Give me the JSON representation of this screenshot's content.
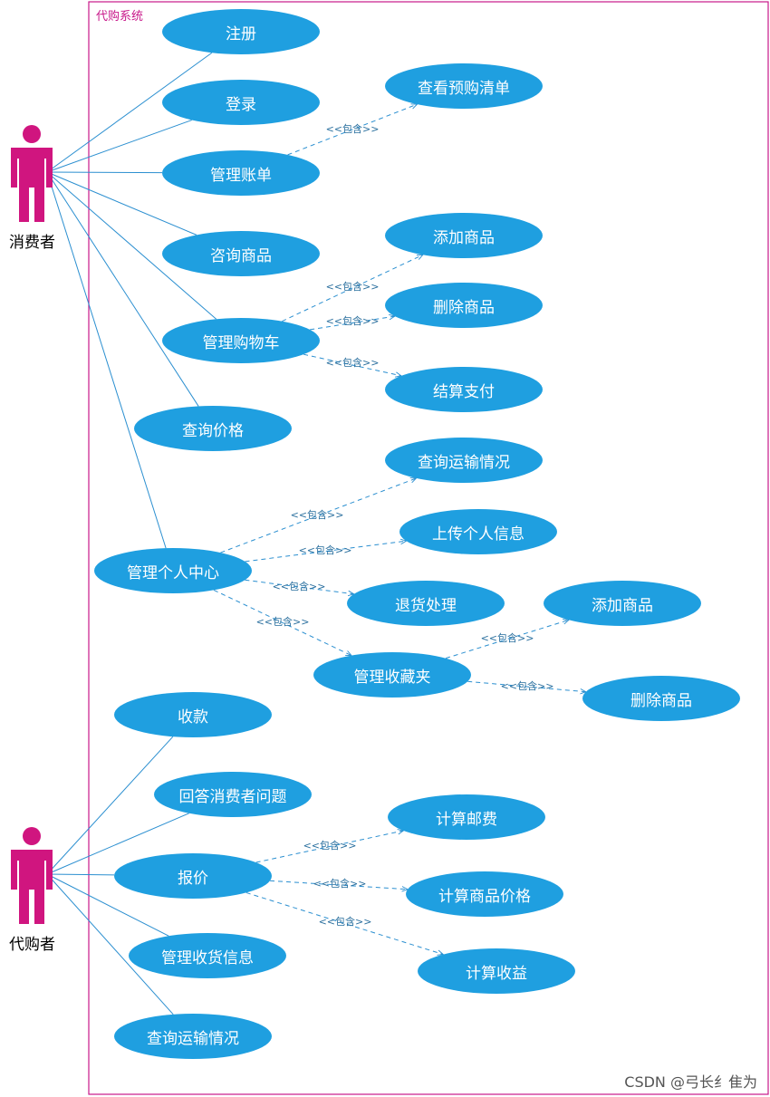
{
  "system": {
    "title": "代购系统",
    "border_color": "#c8188a"
  },
  "colors": {
    "usecase_fill": "#1f9fe0",
    "line": "#2b8fd0",
    "actor": "#d0157f"
  },
  "include_label": "<<包含>>",
  "actors": [
    {
      "id": "consumer",
      "name": "消费者"
    },
    {
      "id": "agent",
      "name": "代购者"
    }
  ],
  "usecases": [
    {
      "id": "u_register",
      "label": "注册"
    },
    {
      "id": "u_login",
      "label": "登录"
    },
    {
      "id": "u_manage_bill",
      "label": "管理账单"
    },
    {
      "id": "u_view_list",
      "label": "查看预购清单"
    },
    {
      "id": "u_ask_product",
      "label": "咨询商品"
    },
    {
      "id": "u_cart",
      "label": "管理购物车"
    },
    {
      "id": "u_cart_add",
      "label": "添加商品"
    },
    {
      "id": "u_cart_del",
      "label": "删除商品"
    },
    {
      "id": "u_checkout",
      "label": "结算支付"
    },
    {
      "id": "u_price",
      "label": "查询价格"
    },
    {
      "id": "u_ship_c",
      "label": "查询运输情况"
    },
    {
      "id": "u_upload",
      "label": "上传个人信息"
    },
    {
      "id": "u_center",
      "label": "管理个人中心"
    },
    {
      "id": "u_return",
      "label": "退货处理"
    },
    {
      "id": "u_fav_add",
      "label": "添加商品"
    },
    {
      "id": "u_fav",
      "label": "管理收藏夹"
    },
    {
      "id": "u_fav_del",
      "label": "删除商品"
    },
    {
      "id": "u_collect",
      "label": "收款"
    },
    {
      "id": "u_answer",
      "label": "回答消费者问题"
    },
    {
      "id": "u_postage",
      "label": "计算邮费"
    },
    {
      "id": "u_quote",
      "label": "报价"
    },
    {
      "id": "u_goods_price",
      "label": "计算商品价格"
    },
    {
      "id": "u_profit",
      "label": "计算收益"
    },
    {
      "id": "u_address",
      "label": "管理收货信息"
    },
    {
      "id": "u_ship_a",
      "label": "查询运输情况"
    }
  ],
  "associations": [
    [
      "consumer",
      "u_register"
    ],
    [
      "consumer",
      "u_login"
    ],
    [
      "consumer",
      "u_manage_bill"
    ],
    [
      "consumer",
      "u_ask_product"
    ],
    [
      "consumer",
      "u_cart"
    ],
    [
      "consumer",
      "u_price"
    ],
    [
      "consumer",
      "u_center"
    ],
    [
      "agent",
      "u_collect"
    ],
    [
      "agent",
      "u_answer"
    ],
    [
      "agent",
      "u_quote"
    ],
    [
      "agent",
      "u_address"
    ],
    [
      "agent",
      "u_ship_a"
    ]
  ],
  "includes": [
    [
      "u_manage_bill",
      "u_view_list"
    ],
    [
      "u_cart",
      "u_cart_add"
    ],
    [
      "u_cart",
      "u_cart_del"
    ],
    [
      "u_cart",
      "u_checkout"
    ],
    [
      "u_center",
      "u_ship_c"
    ],
    [
      "u_center",
      "u_upload"
    ],
    [
      "u_center",
      "u_return"
    ],
    [
      "u_center",
      "u_fav"
    ],
    [
      "u_fav",
      "u_fav_add"
    ],
    [
      "u_fav",
      "u_fav_del"
    ],
    [
      "u_quote",
      "u_postage"
    ],
    [
      "u_quote",
      "u_goods_price"
    ],
    [
      "u_quote",
      "u_profit"
    ]
  ],
  "watermark": "CSDN @弓长纟隹为"
}
